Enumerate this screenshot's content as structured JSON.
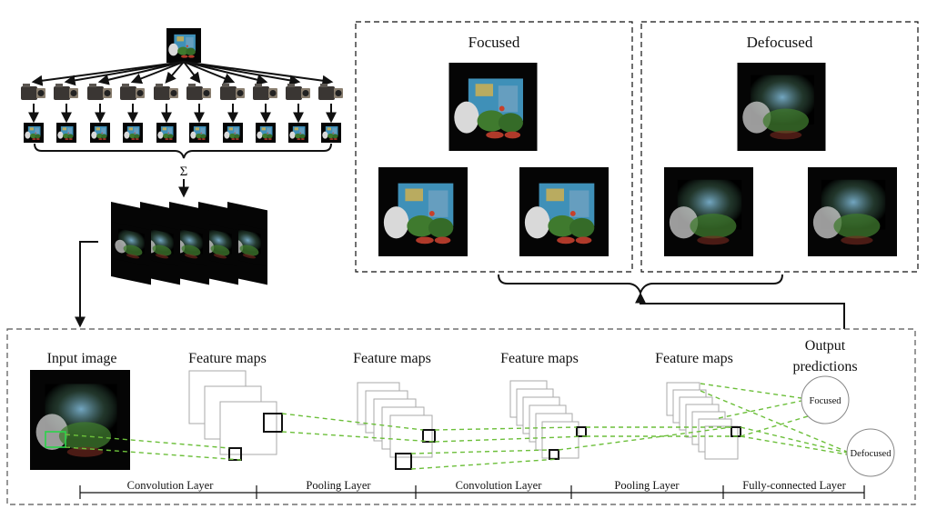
{
  "panels": {
    "focused_title": "Focused",
    "defocused_title": "Defocused"
  },
  "summation_symbol": "Σ",
  "cnn": {
    "input_label": "Input image",
    "feature_maps_label": "Feature maps",
    "output_label_line1": "Output",
    "output_label_line2": "predictions",
    "output_nodes": [
      "Focused",
      "Defocused"
    ],
    "layers": [
      "Convolution Layer",
      "Pooling Layer",
      "Convolution Layer",
      "Pooling Layer",
      "Fully-connected Layer"
    ]
  },
  "colors": {
    "connection_dash": "#6cbf3a",
    "frame_dark": "#050505",
    "scene_blue": "#4aa9d8",
    "scene_green": "#3f7a2e",
    "scene_red": "#b03a2a"
  },
  "icons": {
    "camera": "camera-icon"
  }
}
